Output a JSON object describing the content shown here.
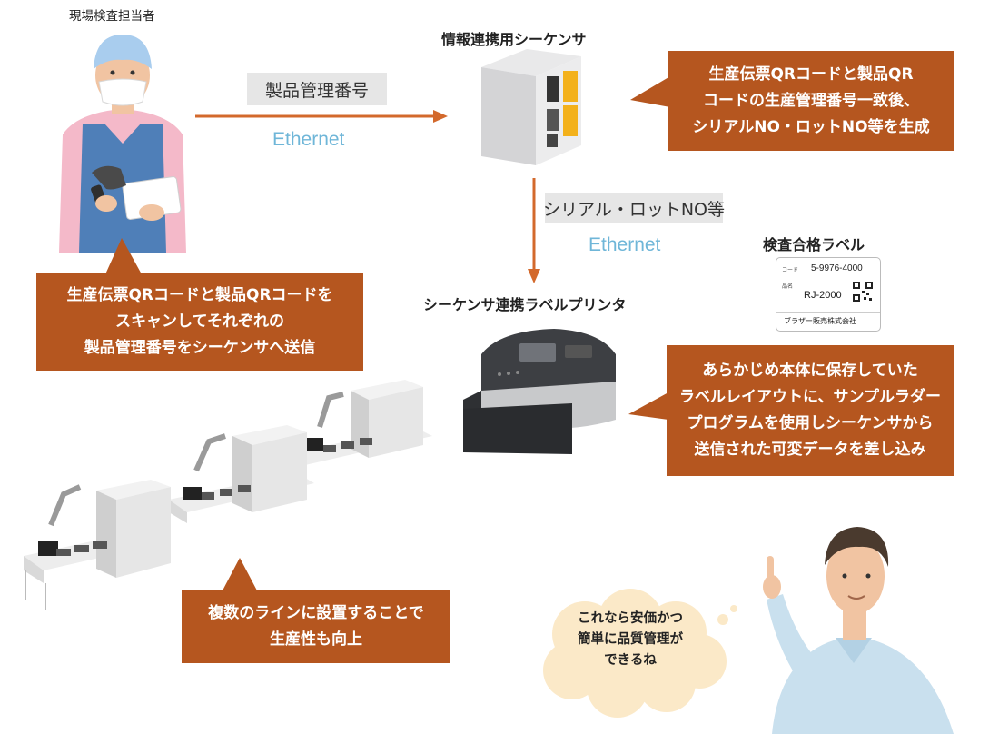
{
  "labels": {
    "inspector": "現場検査担当者",
    "sequencer": "情報連携用シーケンサ",
    "printer": "シーケンサ連携ラベルプリンタ",
    "inspection_label_title": "検査合格ラベル"
  },
  "links": {
    "top_data": "製品管理番号",
    "top_protocol": "Ethernet",
    "vertical_data": "シリアル・ロットNO等",
    "vertical_protocol": "Ethernet"
  },
  "callouts": {
    "sequencer_note": [
      "生産伝票QRコードと製品QR",
      "コードの生産管理番号一致後、",
      "シリアルNO・ロットNO等を生成"
    ],
    "scan_note": [
      "生産伝票QRコードと製品QRコードを",
      "スキャンしてそれぞれの",
      "製品管理番号をシーケンサへ送信"
    ],
    "printer_note": [
      "あらかじめ本体に保存していた",
      "ラベルレイアウトに、サンプルラダー",
      "プログラムを使用しシーケンサから",
      "送信された可変データを差し込み"
    ],
    "line_note": [
      "複数のラインに設置することで",
      "生産性も向上"
    ]
  },
  "sample_label": {
    "code_caption": "コード",
    "code_value": "5-9976-4000",
    "name_caption": "品名",
    "name_value": "RJ-2000",
    "company": "ブラザー販売株式会社"
  },
  "speech": [
    "これなら安価かつ",
    "簡単に品質管理が",
    "できるね"
  ],
  "colors": {
    "callout": "#b5561f",
    "arrow": "#d3692c",
    "ethernet": "#6fb6d8",
    "label_box": "#e6e6e6"
  }
}
